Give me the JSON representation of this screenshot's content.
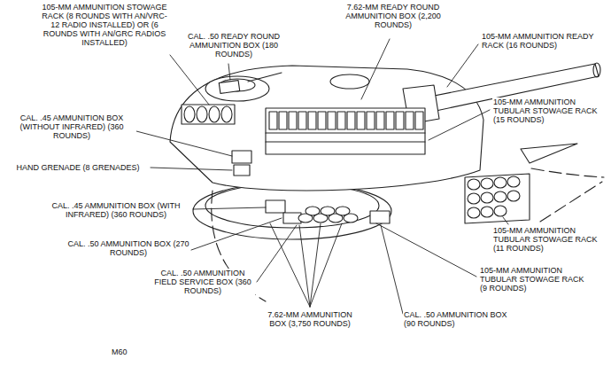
{
  "diagram": {
    "labels": [
      "105-MM AMMUNITION STOWAGE RACK (8 ROUNDS WITH AN/VRC-12 RADIO INSTALLED) OR (6 ROUNDS WITH AN/GRC RADIOS INSTALLED)",
      "CAL. .50 READY ROUND AMMUNITION BOX (180 ROUNDS)",
      "7.62-MM READY ROUND AMMUNITION BOX (2,200 ROUNDS)",
      "105-MM AMMUNITION READY RACK (16 ROUNDS)",
      "CAL. .45 AMMUNITION BOX (WITHOUT INFRARED) (360 ROUNDS)",
      "105-MM AMMUNITION TUBULAR STOWAGE RACK (15 ROUNDS)",
      "HAND GRENADE (8 GRENADES)",
      "CAL. .45 AMMUNITION BOX (WITH INFRARED) (360 ROUNDS)",
      "105-MM AMMUNITION TUBULAR STOWAGE RACK (11 ROUNDS)",
      "CAL. .50 AMMUNITION BOX (270 ROUNDS)",
      "CAL. .50 AMMUNITION FIELD SERVICE BOX (360 ROUNDS)",
      "105-MM AMMUNITION TUBULAR STOWAGE RACK (9 ROUNDS)",
      "7.62-MM AMMUNITION BOX (3,750 ROUNDS)",
      "CAL. .50 AMMUNITION BOX (90 ROUNDS)",
      "M60"
    ]
  }
}
